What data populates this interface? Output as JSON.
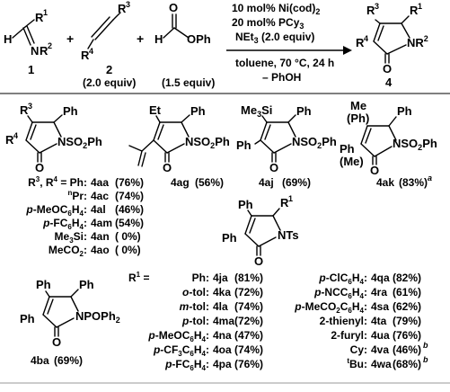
{
  "scheme": {
    "reagents": {
      "r1": "R",
      "r1_sup": "1",
      "n": "N",
      "r2": "R",
      "r2_sup": "2",
      "r3": "R",
      "r3_sup": "3",
      "r4": "R",
      "r4_sup": "4",
      "ester_o": "O",
      "ester_ph": "OPh",
      "plus": "+",
      "num1": "1",
      "num2": "2",
      "equiv2": "(2.0 equiv)",
      "equiv3": "(1.5 equiv)"
    },
    "conditions": {
      "line1": "10 mol% Ni(cod)",
      "line1_sub": "2",
      "line2": "20 mol% PCy",
      "line2_sub": "3",
      "line3": "NEt",
      "line3_sub": "3",
      "line3_tail": " (2.0 equiv)",
      "line4": "toluene, 70 °C, 24 h",
      "line5": "– PhOH"
    },
    "product": {
      "r3": "R",
      "r3_sup": "3",
      "r1": "R",
      "r1_sup": "1",
      "r4": "R",
      "r4_sup": "4",
      "nr2": "NR",
      "nr2_sub": "2",
      "o": "O",
      "num": "4"
    }
  },
  "series_4a": {
    "ph": "Ph",
    "nso2ph": "NSO",
    "nso2ph_sub": "2",
    "nso2ph_tail": "Ph",
    "o": "O",
    "r3": "R",
    "r3_sup": "3",
    "r4": "R",
    "r4_sup": "4",
    "rows": [
      {
        "label": "R3, R4 = Ph:",
        "id": "4aa",
        "yield": "(76%)"
      },
      {
        "label": "nPr:",
        "id": "4ac",
        "yield": "(74%)"
      },
      {
        "label": "p-MeOC6H4:",
        "id": "4al",
        "yield": "(46%)"
      },
      {
        "label": "p-FC6H4:",
        "id": "4am",
        "yield": "(54%)"
      },
      {
        "label": "Me3Si:",
        "id": "4an",
        "yield": "(  0%)"
      },
      {
        "label": "MeCO2:",
        "id": "4ao",
        "yield": "(  0%)"
      }
    ]
  },
  "compound_4ag": {
    "et": "Et",
    "ph": "Ph",
    "n": "NSO",
    "n_sub": "2",
    "n_tail": "Ph",
    "o": "O",
    "id": "4ag",
    "yield": "(56%)"
  },
  "compound_4aj": {
    "tms": "Me",
    "tms_sub": "3",
    "tms_tail": "Si",
    "ph": "Ph",
    "ph2": "Ph",
    "n": "NSO",
    "n_sub": "2",
    "n_tail": "Ph",
    "o": "O",
    "id": "4aj",
    "yield": "(69%)"
  },
  "compound_4ak": {
    "me": "Me",
    "ph_paren": "(Ph)",
    "ph": "Ph",
    "ph2": "Ph",
    "me_paren": "(Me)",
    "n": "NSO",
    "n_sub": "2",
    "n_tail": "Ph",
    "o": "O",
    "id": "4ak",
    "yield": "(83%)",
    "note": "a"
  },
  "series_ts": {
    "ph1": "Ph",
    "ph2": "Ph",
    "r1": "R",
    "r1_sup": "1",
    "nts": "NTs",
    "o": "O"
  },
  "compound_4ba": {
    "ph1": "Ph",
    "ph2": "Ph",
    "ph3": "Ph",
    "n": "NPOPh",
    "n_sub": "2",
    "o": "O",
    "id": "4ba",
    "yield": "(69%)"
  },
  "table_r1": {
    "header": "R1 =",
    "left": [
      {
        "label": "Ph:",
        "id": "4ja",
        "yield": "(81%)"
      },
      {
        "label": "o-tol:",
        "id": "4ka",
        "yield": "(72%)"
      },
      {
        "label": "m-tol:",
        "id": "4la",
        "yield": "(74%)"
      },
      {
        "label": "p-tol:",
        "id": "4ma",
        "yield": "(72%)"
      },
      {
        "label": "p-MeOC6H4:",
        "id": "4na",
        "yield": "(47%)"
      },
      {
        "label": "p-CF3C6H4:",
        "id": "4oa",
        "yield": "(74%)"
      },
      {
        "label": "p-FC6H4:",
        "id": "4pa",
        "yield": "(76%)"
      }
    ],
    "right": [
      {
        "label": "p-ClC6H4:",
        "id": "4qa",
        "yield": "(82%)",
        "note": ""
      },
      {
        "label": "p-NCC6H4:",
        "id": "4ra",
        "yield": "(61%)",
        "note": ""
      },
      {
        "label": "p-MeCO2C6H4:",
        "id": "4sa",
        "yield": "(62%)",
        "note": ""
      },
      {
        "label": "2-thienyl:",
        "id": "4ta",
        "yield": "(79%)",
        "note": ""
      },
      {
        "label": "2-furyl:",
        "id": "4ua",
        "yield": "(76%)",
        "note": ""
      },
      {
        "label": "Cy:",
        "id": "4va",
        "yield": "(46%)",
        "note": "b"
      },
      {
        "label": "tBu:",
        "id": "4wa",
        "yield": "(68%)",
        "note": "b"
      }
    ]
  }
}
